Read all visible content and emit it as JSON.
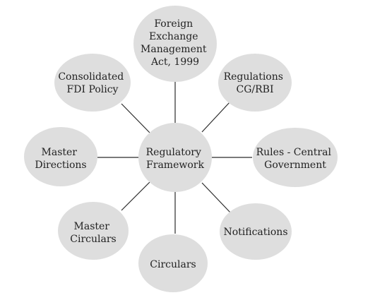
{
  "diagram": {
    "center": {
      "lines": [
        "Regulatory",
        "Framework"
      ]
    },
    "nodes": [
      {
        "id": "fema",
        "lines": [
          "Foreign",
          "Exchange",
          "Management",
          "Act, 1999"
        ]
      },
      {
        "id": "regs",
        "lines": [
          "Regulations",
          "CG/RBI"
        ]
      },
      {
        "id": "rules",
        "lines": [
          "Rules - Central",
          "Government"
        ]
      },
      {
        "id": "notif",
        "lines": [
          "Notifications"
        ]
      },
      {
        "id": "circ",
        "lines": [
          "Circulars"
        ]
      },
      {
        "id": "mcirc",
        "lines": [
          "Master",
          "Circulars"
        ]
      },
      {
        "id": "mdir",
        "lines": [
          "Master",
          "Directions"
        ]
      },
      {
        "id": "fdi",
        "lines": [
          "Consolidated",
          "FDI Policy"
        ]
      }
    ]
  }
}
